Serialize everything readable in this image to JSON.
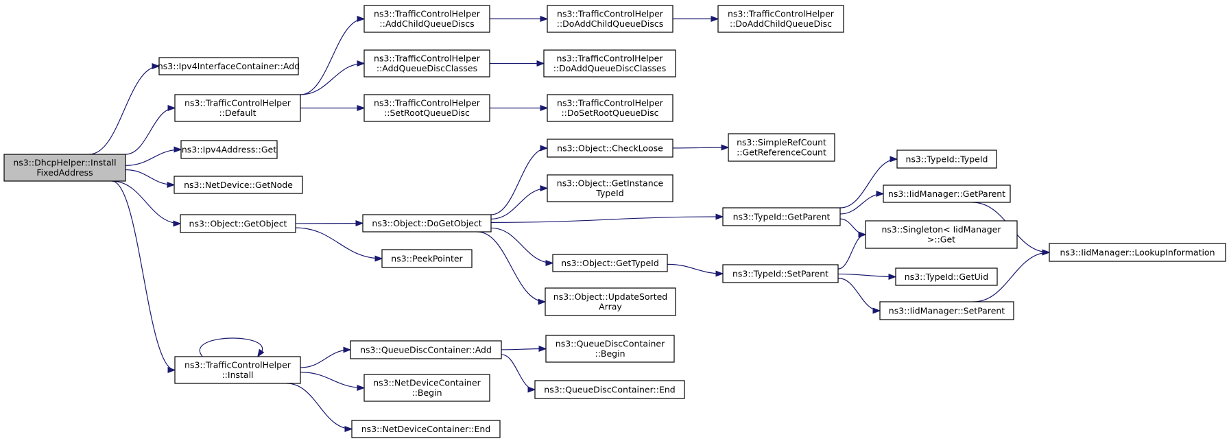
{
  "nodes": [
    {
      "id": "dhcp",
      "lines": [
        "ns3::DhcpHelper::Install",
        "FixedAddress"
      ],
      "root": true
    },
    {
      "id": "ipv4ic_add",
      "lines": [
        "ns3::Ipv4InterfaceContainer::Add"
      ]
    },
    {
      "id": "tch_default",
      "lines": [
        "ns3::TrafficControlHelper",
        "::Default"
      ]
    },
    {
      "id": "ipv4addr_get",
      "lines": [
        "ns3::Ipv4Address::Get"
      ]
    },
    {
      "id": "netdev_getnode",
      "lines": [
        "ns3::NetDevice::GetNode"
      ]
    },
    {
      "id": "obj_getobject",
      "lines": [
        "ns3::Object::GetObject"
      ]
    },
    {
      "id": "tch_install",
      "lines": [
        "ns3::TrafficControlHelper",
        "::Install"
      ]
    },
    {
      "id": "tch_addchild",
      "lines": [
        "ns3::TrafficControlHelper",
        "::AddChildQueueDiscs"
      ]
    },
    {
      "id": "tch_addclasses",
      "lines": [
        "ns3::TrafficControlHelper",
        "::AddQueueDiscClasses"
      ]
    },
    {
      "id": "tch_setroot",
      "lines": [
        "ns3::TrafficControlHelper",
        "::SetRootQueueDisc"
      ]
    },
    {
      "id": "obj_dogetobject",
      "lines": [
        "ns3::Object::DoGetObject"
      ]
    },
    {
      "id": "peekpointer",
      "lines": [
        "ns3::PeekPointer"
      ]
    },
    {
      "id": "qdc_add",
      "lines": [
        "ns3::QueueDiscContainer::Add"
      ]
    },
    {
      "id": "ndc_begin",
      "lines": [
        "ns3::NetDeviceContainer",
        "::Begin"
      ]
    },
    {
      "id": "ndc_end",
      "lines": [
        "ns3::NetDeviceContainer::End"
      ]
    },
    {
      "id": "tch_doaddchilds",
      "lines": [
        "ns3::TrafficControlHelper",
        "::DoAddChildQueueDiscs"
      ]
    },
    {
      "id": "tch_doaddclasses",
      "lines": [
        "ns3::TrafficControlHelper",
        "::DoAddQueueDiscClasses"
      ]
    },
    {
      "id": "tch_dosetroot",
      "lines": [
        "ns3::TrafficControlHelper",
        "::DoSetRootQueueDisc"
      ]
    },
    {
      "id": "obj_checkloose",
      "lines": [
        "ns3::Object::CheckLoose"
      ]
    },
    {
      "id": "obj_getinstancetypeid",
      "lines": [
        "ns3::Object::GetInstance",
        "TypeId"
      ]
    },
    {
      "id": "obj_gettypeid",
      "lines": [
        "ns3::Object::GetTypeId"
      ]
    },
    {
      "id": "obj_updatesorted",
      "lines": [
        "ns3::Object::UpdateSorted",
        "Array"
      ]
    },
    {
      "id": "qdc_begin",
      "lines": [
        "ns3::QueueDiscContainer",
        "::Begin"
      ]
    },
    {
      "id": "qdc_end",
      "lines": [
        "ns3::QueueDiscContainer::End"
      ]
    },
    {
      "id": "tch_doaddchild",
      "lines": [
        "ns3::TrafficControlHelper",
        "::DoAddChildQueueDisc"
      ]
    },
    {
      "id": "simplerefcount",
      "lines": [
        "ns3::SimpleRefCount",
        "::GetReferenceCount"
      ]
    },
    {
      "id": "typeid_getparent",
      "lines": [
        "ns3::TypeId::GetParent"
      ]
    },
    {
      "id": "typeid_setparent",
      "lines": [
        "ns3::TypeId::SetParent"
      ]
    },
    {
      "id": "typeid_typeid",
      "lines": [
        "ns3::TypeId::TypeId"
      ]
    },
    {
      "id": "iidm_getparent",
      "lines": [
        "ns3::IidManager::GetParent"
      ]
    },
    {
      "id": "singleton_get",
      "lines": [
        "ns3::Singleton< IidManager",
        ">::Get"
      ]
    },
    {
      "id": "typeid_getuid",
      "lines": [
        "ns3::TypeId::GetUid"
      ]
    },
    {
      "id": "iidm_setparent",
      "lines": [
        "ns3::IidManager::SetParent"
      ]
    },
    {
      "id": "iidm_lookup",
      "lines": [
        "ns3::IidManager::LookupInformation"
      ]
    }
  ],
  "edges": [
    {
      "from": "dhcp",
      "to": "ipv4ic_add"
    },
    {
      "from": "dhcp",
      "to": "tch_default"
    },
    {
      "from": "dhcp",
      "to": "ipv4addr_get"
    },
    {
      "from": "dhcp",
      "to": "netdev_getnode"
    },
    {
      "from": "dhcp",
      "to": "obj_getobject"
    },
    {
      "from": "dhcp",
      "to": "tch_install"
    },
    {
      "from": "tch_default",
      "to": "tch_addchild"
    },
    {
      "from": "tch_default",
      "to": "tch_addclasses"
    },
    {
      "from": "tch_default",
      "to": "tch_setroot"
    },
    {
      "from": "tch_addchild",
      "to": "tch_doaddchilds"
    },
    {
      "from": "tch_doaddchilds",
      "to": "tch_doaddchild"
    },
    {
      "from": "tch_addclasses",
      "to": "tch_doaddclasses"
    },
    {
      "from": "tch_setroot",
      "to": "tch_dosetroot"
    },
    {
      "from": "obj_getobject",
      "to": "obj_dogetobject"
    },
    {
      "from": "obj_getobject",
      "to": "peekpointer"
    },
    {
      "from": "obj_dogetobject",
      "to": "obj_checkloose"
    },
    {
      "from": "obj_dogetobject",
      "to": "obj_getinstancetypeid"
    },
    {
      "from": "obj_dogetobject",
      "to": "typeid_getparent"
    },
    {
      "from": "obj_dogetobject",
      "to": "obj_gettypeid"
    },
    {
      "from": "obj_dogetobject",
      "to": "obj_updatesorted"
    },
    {
      "from": "obj_checkloose",
      "to": "simplerefcount"
    },
    {
      "from": "obj_gettypeid",
      "to": "typeid_setparent"
    },
    {
      "from": "typeid_getparent",
      "to": "typeid_typeid"
    },
    {
      "from": "typeid_getparent",
      "to": "iidm_getparent"
    },
    {
      "from": "typeid_getparent",
      "to": "singleton_get"
    },
    {
      "from": "typeid_setparent",
      "to": "singleton_get"
    },
    {
      "from": "typeid_setparent",
      "to": "typeid_getuid"
    },
    {
      "from": "typeid_setparent",
      "to": "iidm_setparent"
    },
    {
      "from": "iidm_getparent",
      "to": "iidm_lookup"
    },
    {
      "from": "iidm_setparent",
      "to": "iidm_lookup"
    },
    {
      "from": "tch_install",
      "to": "tch_install"
    },
    {
      "from": "tch_install",
      "to": "qdc_add"
    },
    {
      "from": "tch_install",
      "to": "ndc_begin"
    },
    {
      "from": "tch_install",
      "to": "ndc_end"
    },
    {
      "from": "qdc_add",
      "to": "qdc_begin"
    },
    {
      "from": "qdc_add",
      "to": "qdc_end"
    }
  ],
  "colors": {
    "edge": "#191970",
    "root_fill": "#bfbfbf",
    "node_fill": "#ffffff",
    "node_border": "#000000"
  }
}
